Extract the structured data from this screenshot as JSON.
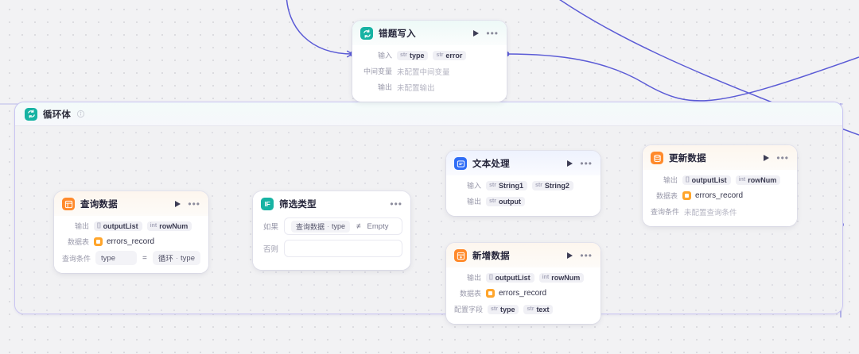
{
  "canvas": {
    "accent": "#5b5bd6",
    "background": "#f2f2f4",
    "loop_border": "#c9c5f2"
  },
  "loop_container": {
    "title": "循环体",
    "icon": "loop-icon",
    "info_icon": "info-icon",
    "icon_color": "#17b3a3"
  },
  "nodes": [
    {
      "id": "error-write",
      "title": "错题写入",
      "icon": "loop-icon",
      "icon_color": "#17b3a3",
      "head_style": "teal-head",
      "play_icon": "play-icon",
      "more_icon": "more-icon",
      "rows": [
        {
          "label": "输入",
          "type": "tags",
          "tags": [
            {
              "type": "str",
              "name": "type"
            },
            {
              "type": "str",
              "name": "error"
            }
          ]
        },
        {
          "label": "中间变量",
          "type": "plain",
          "text": "未配置中间变量"
        },
        {
          "label": "输出",
          "type": "plain",
          "text": "未配置输出"
        }
      ]
    },
    {
      "id": "query-data",
      "title": "查询数据",
      "icon": "database-query-icon",
      "icon_color": "#ff8a2b",
      "head_style": "orange-head",
      "play_icon": "play-icon",
      "more_icon": "more-icon",
      "rows": [
        {
          "label": "输出",
          "type": "tags",
          "tags": [
            {
              "type": "[]",
              "name": "outputList"
            },
            {
              "type": "int",
              "name": "rowNum"
            }
          ]
        },
        {
          "label": "数据表",
          "type": "db",
          "text": "errors_record"
        },
        {
          "label": "查询条件",
          "type": "cond",
          "left": "type",
          "op": "=",
          "right_prefix": "循环",
          "right_sep": "·",
          "right": "type"
        }
      ]
    },
    {
      "id": "filter-type",
      "title": "筛选类型",
      "icon": "if-icon",
      "icon_color": "#17b3a3",
      "head_style": "white-head",
      "play_icon": null,
      "more_icon": "more-icon",
      "if_rows": [
        {
          "label": "如果",
          "left_prefix": "查询数据",
          "left_sep": "·",
          "left": "type",
          "op": "≠",
          "right": "Empty"
        },
        {
          "label": "否则",
          "left_prefix": "",
          "left_sep": "",
          "left": "",
          "op": "",
          "right": ""
        }
      ]
    },
    {
      "id": "text-process",
      "title": "文本处理",
      "icon": "text-process-icon",
      "icon_color": "#2f6df6",
      "head_style": "blue-head",
      "play_icon": "play-icon",
      "more_icon": "more-icon",
      "rows": [
        {
          "label": "输入",
          "type": "tags",
          "tags": [
            {
              "type": "str",
              "name": "String1"
            },
            {
              "type": "str",
              "name": "String2"
            }
          ]
        },
        {
          "label": "输出",
          "type": "tags",
          "tags": [
            {
              "type": "str",
              "name": "output"
            }
          ]
        }
      ]
    },
    {
      "id": "update-data",
      "title": "更新数据",
      "icon": "database-update-icon",
      "icon_color": "#ff8a2b",
      "head_style": "orange-head",
      "play_icon": "play-icon",
      "more_icon": "more-icon",
      "rows": [
        {
          "label": "输出",
          "type": "tags",
          "tags": [
            {
              "type": "[]",
              "name": "outputList"
            },
            {
              "type": "int",
              "name": "rowNum"
            }
          ]
        },
        {
          "label": "数据表",
          "type": "db",
          "text": "errors_record"
        },
        {
          "label": "查询条件",
          "type": "plain",
          "text": "未配置查询条件"
        }
      ]
    },
    {
      "id": "add-data",
      "title": "新增数据",
      "icon": "database-add-icon",
      "icon_color": "#ff8a2b",
      "head_style": "orange-head",
      "play_icon": "play-icon",
      "more_icon": "more-icon",
      "rows": [
        {
          "label": "输出",
          "type": "tags",
          "tags": [
            {
              "type": "[]",
              "name": "outputList"
            },
            {
              "type": "int",
              "name": "rowNum"
            }
          ]
        },
        {
          "label": "数据表",
          "type": "db",
          "text": "errors_record"
        },
        {
          "label": "配置字段",
          "type": "tags",
          "tags": [
            {
              "type": "str",
              "name": "type"
            },
            {
              "type": "str",
              "name": "text"
            }
          ]
        }
      ]
    }
  ]
}
